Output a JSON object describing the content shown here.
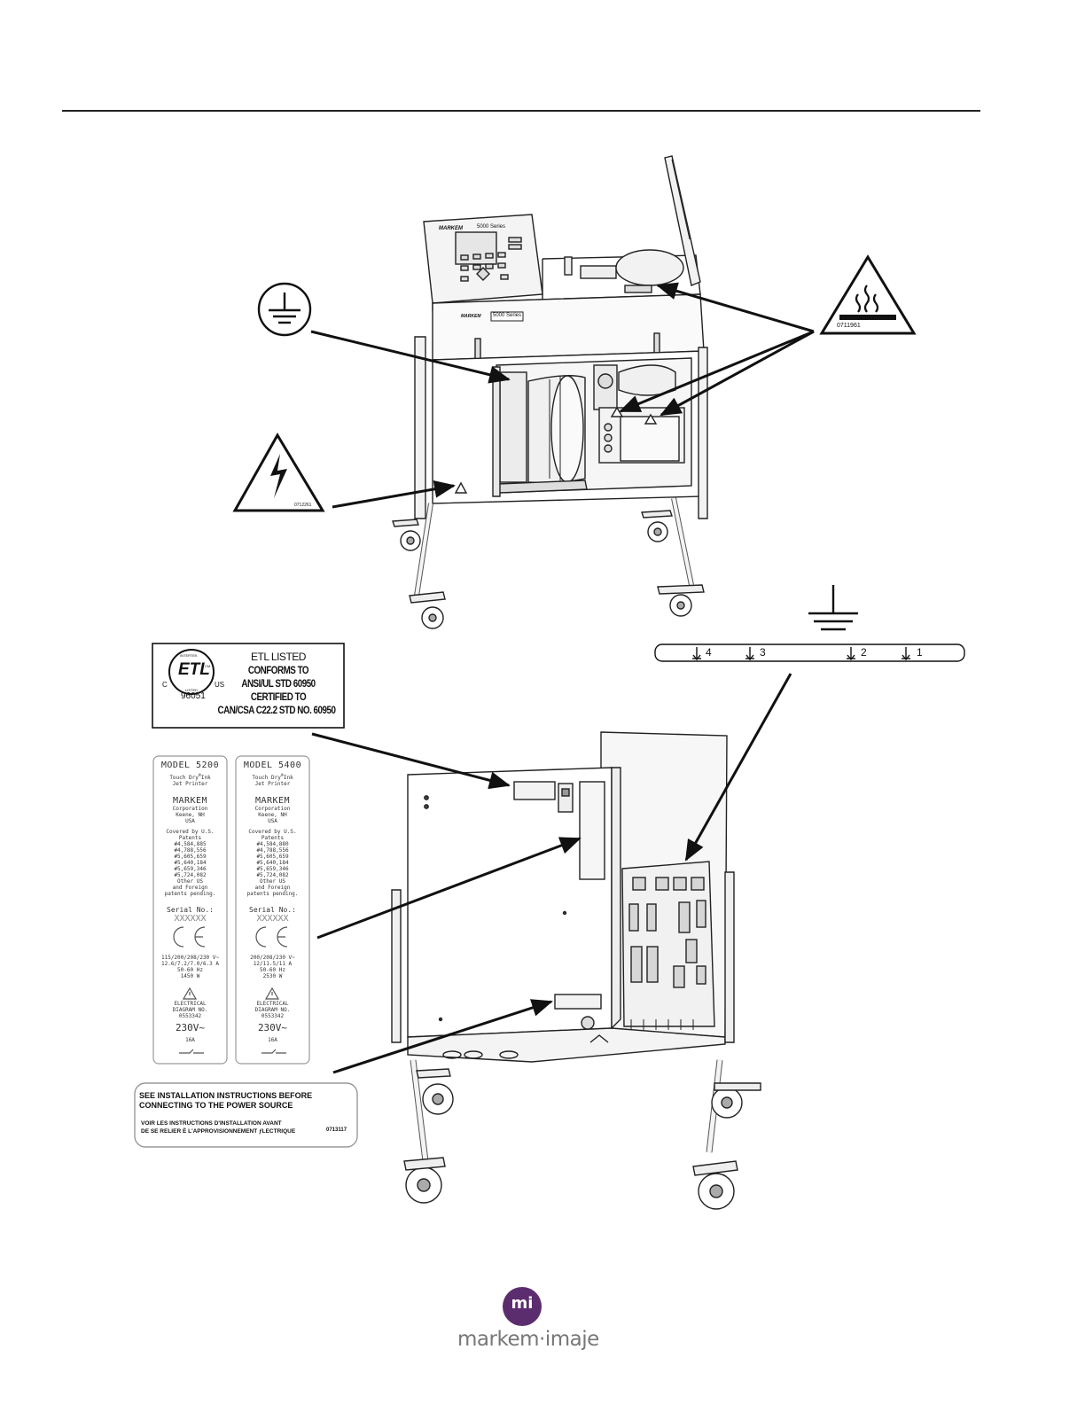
{
  "warning_labels": {
    "hot_surface_code": "0711961",
    "electrical_code": "0712261"
  },
  "etl_label": {
    "mark": "ETL",
    "intertek": "INTERTEK",
    "cm": "CM",
    "listed": "LISTED",
    "c": "C",
    "us": "US",
    "number": "96051",
    "line1": "ETL LISTED",
    "line2": "CONFORMS TO",
    "line3": "ANSI/UL STD 60950",
    "line4": "CERTIFIED TO",
    "line5": "CAN/CSA C22.2 STD NO. 60950"
  },
  "ground_strip": {
    "labels": [
      "4",
      "3",
      "2",
      "1"
    ]
  },
  "rating_plates": [
    {
      "model": "MODEL  5200",
      "product_line1": "Touch Dry",
      "registered": "®",
      "product_line1_suffix": "Ink",
      "product_line2": "Jet Printer",
      "brand": "MARKEM",
      "corp1": "Corporation",
      "corp2": "Keene, NH",
      "corp3": "USA",
      "patents_header1": "Covered by U.S.",
      "patents_header2": "Patents",
      "patents": [
        "#4,584,885",
        "#4,788,556",
        "#5,605,659",
        "#5,640,184",
        "#5,659,346",
        "#5,724,082"
      ],
      "patents_footer1": "Other US",
      "patents_footer2": "and Foreign",
      "patents_footer3": "patents pending.",
      "serial_label": "Serial No.:",
      "serial_value": "XXXXXX",
      "ce": "CE",
      "rating1": "115/200/208/230 V~",
      "rating2": "12.6/7.2/7.0/6.3 A",
      "rating3": "50-60 Hz",
      "rating4": "1450 W",
      "diagram1": "ELECTRICAL",
      "diagram2": "DIAGRAM NO.",
      "diagram3": "0553342",
      "voltage": "230V~",
      "breaker": "16A"
    },
    {
      "model": "MODEL  5400",
      "product_line1": "Touch Dry",
      "registered": "®",
      "product_line1_suffix": "Ink",
      "product_line2": "Jet Printer",
      "brand": "MARKEM",
      "corp1": "Corporation",
      "corp2": "Keene, NH",
      "corp3": "USA",
      "patents_header1": "Covered by U.S.",
      "patents_header2": "Patents",
      "patents": [
        "#4,584,880",
        "#4,788,556",
        "#5,605,659",
        "#5,640,184",
        "#5,659,346",
        "#5,724,082"
      ],
      "patents_footer1": "Other US",
      "patents_footer2": "and Foreign",
      "patents_footer3": "patents pending.",
      "serial_label": "Serial No.:",
      "serial_value": "XXXXXX",
      "ce": "CE",
      "rating1": "200/208/230 V~",
      "rating2": "12/11.5/11 A",
      "rating3": "50-60 Hz",
      "rating4": "2530 W",
      "diagram1": "ELECTRICAL",
      "diagram2": "DIAGRAM NO.",
      "diagram3": "0553342",
      "voltage": "230V~",
      "breaker": "16A"
    }
  ],
  "install_label": {
    "line1": "SEE INSTALLATION INSTRUCTIONS BEFORE",
    "line2": "CONNECTING TO THE POWER SOURCE",
    "line3": "VOIR LES INSTRUCTIONS D'INSTALLATION AVANT",
    "line4": "DE SE RELIER È L'APPROVISIONNEMENT ƒLECTRIQUE",
    "code": "0713117"
  },
  "printer_badge": {
    "brand": "MARKEM",
    "series": "5000 Series"
  },
  "footer_logo": {
    "mark": "mi",
    "wordmark": "markem·imaje",
    "color": "#5c2d6e"
  }
}
